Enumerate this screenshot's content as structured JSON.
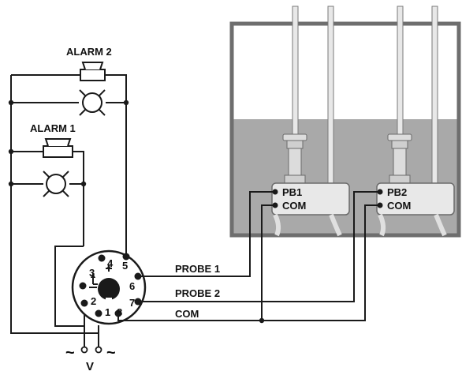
{
  "alarms": [
    {
      "label": "ALARM 2"
    },
    {
      "label": "ALARM 1"
    }
  ],
  "relay": {
    "pins": [
      "1",
      "2",
      "3",
      "4",
      "5",
      "6",
      "7",
      "8"
    ],
    "supply_label": "V",
    "ac_symbol": "~"
  },
  "wires": {
    "probe1": "PROBE 1",
    "probe2": "PROBE 2",
    "com": "COM"
  },
  "probes": [
    {
      "signal_label": "PB1",
      "com_label": "COM"
    },
    {
      "signal_label": "PB2",
      "com_label": "COM"
    }
  ]
}
